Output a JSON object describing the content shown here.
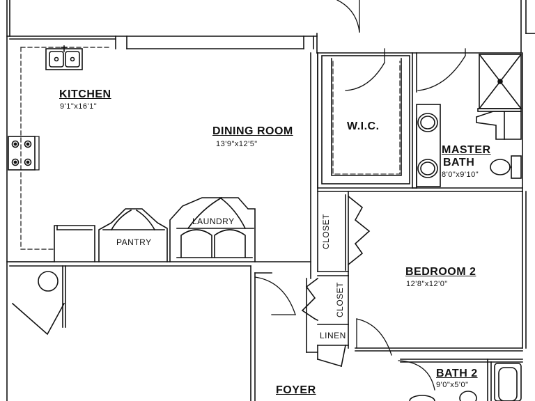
{
  "rooms": {
    "kitchen": {
      "name": "KITCHEN",
      "dims": "9'1\"x16'1\""
    },
    "dining": {
      "name": "DINING ROOM",
      "dims": "13'9\"x12'5\""
    },
    "wic": {
      "name": "W.I.C."
    },
    "master_bath": {
      "name_line1": "MASTER",
      "name_line2": "BATH",
      "dims": "8'0\"x9'10\""
    },
    "bedroom2": {
      "name": "BEDROOM 2",
      "dims": "12'8\"x12'0\""
    },
    "pantry": {
      "name": "PANTRY"
    },
    "laundry": {
      "name": "LAUNDRY"
    },
    "closet1": {
      "name": "CLOSET"
    },
    "closet2": {
      "name": "CLOSET"
    },
    "linen": {
      "name": "LINEN"
    },
    "bath2": {
      "name": "BATH 2",
      "dims": "9'0\"x5'0\""
    },
    "foyer": {
      "name": "FOYER"
    }
  }
}
